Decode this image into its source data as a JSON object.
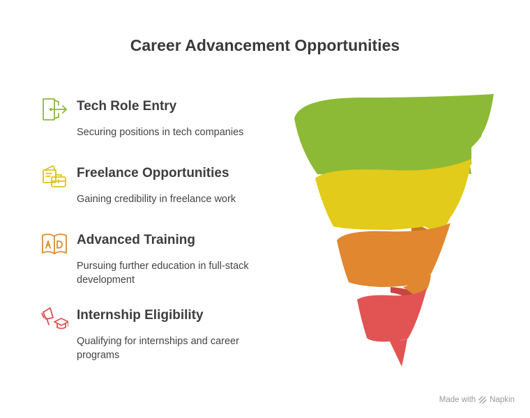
{
  "title": "Career Advancement Opportunities",
  "items": [
    {
      "heading": "Tech Role Entry",
      "description": "Securing positions in tech companies",
      "icon": "door-exit-icon",
      "color": "#8DB83A"
    },
    {
      "heading": "Freelance Opportunities",
      "description": "Gaining credibility in freelance work",
      "icon": "briefcase-documents-icon",
      "color": "#E0C318"
    },
    {
      "heading": "Advanced Training",
      "description": "Pursuing further education in full-stack development",
      "icon": "book-ad-icon",
      "color": "#E08A2E"
    },
    {
      "heading": "Internship Eligibility",
      "description": "Qualifying for internships and career programs",
      "icon": "megaphone-graduation-cap-icon",
      "color": "#E05050"
    }
  ],
  "funnel_colors": {
    "green": "#8DBA36",
    "yellow": "#E2CB1A",
    "orange": "#E0872F",
    "red": "#E25454"
  },
  "footer": {
    "made_with": "Made with",
    "brand": "Napkin"
  }
}
